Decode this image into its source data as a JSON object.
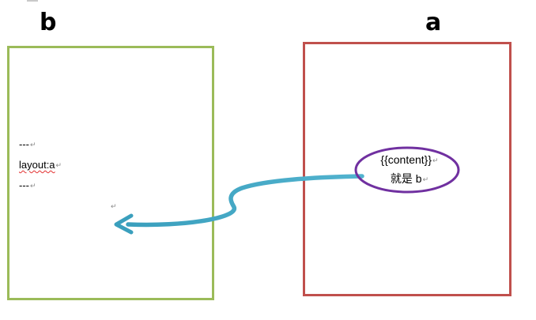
{
  "labels": {
    "b": "b",
    "a": "a"
  },
  "box_b": {
    "lines": [
      "---",
      "layout:a",
      "---",
      ""
    ]
  },
  "box_a": {
    "ellipse_line1": "{{content}}",
    "ellipse_line2": "就是 b"
  },
  "paragraph_mark": "↵",
  "colors": {
    "box_b_border": "#9bbb59",
    "box_a_border": "#c0504d",
    "ellipse_border": "#7030a0",
    "arrow": "#4bacc6",
    "spell_underline": "#e23030"
  }
}
